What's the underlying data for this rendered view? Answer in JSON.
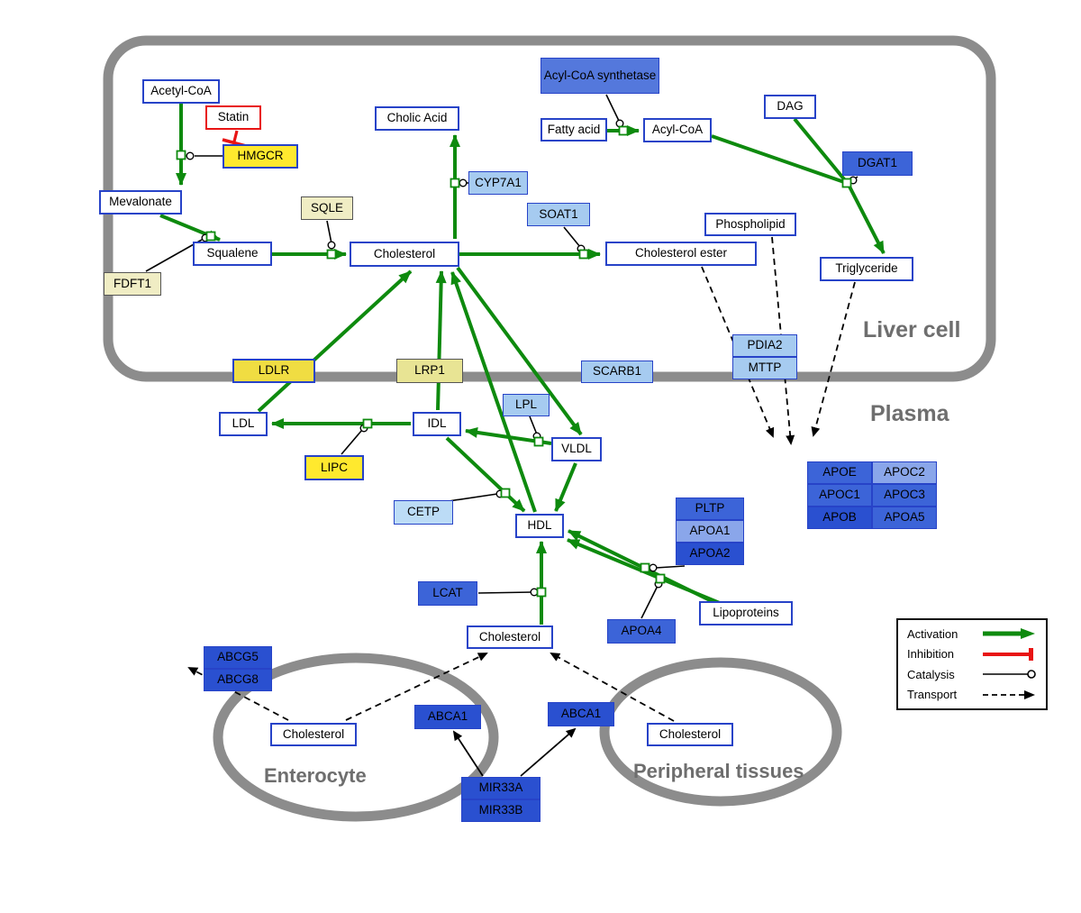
{
  "compartments": {
    "liver_cell": "Liver cell",
    "plasma": "Plasma",
    "enterocyte": "Enterocyte",
    "peripheral_tissues": "Peripheral tissues"
  },
  "nodes": {
    "acetyl_coa": "Acetyl-CoA",
    "statin": "Statin",
    "hmgcr": "HMGCR",
    "mevalonate": "Mevalonate",
    "fdft1": "FDFT1",
    "squalene": "Squalene",
    "sqle": "SQLE",
    "cholesterol_liver": "Cholesterol",
    "cholic_acid": "Cholic Acid",
    "cyp7a1": "CYP7A1",
    "soat1": "SOAT1",
    "cholesterol_ester": "Cholesterol ester",
    "acyl_coa_synthetase": "Acyl-CoA synthetase",
    "fatty_acid": "Fatty acid",
    "acyl_coa": "Acyl-CoA",
    "dag": "DAG",
    "dgat1": "DGAT1",
    "phospholipid": "Phospholipid",
    "triglyceride": "Triglyceride",
    "pdia2": "PDIA2",
    "mttp": "MTTP",
    "ldlr": "LDLR",
    "lrp1": "LRP1",
    "scarb1": "SCARB1",
    "ldl": "LDL",
    "idl": "IDL",
    "lpl": "LPL",
    "vldl": "VLDL",
    "lipc": "LIPC",
    "cetp": "CETP",
    "hdl": "HDL",
    "pltp": "PLTP",
    "apoa1": "APOA1",
    "apoa2": "APOA2",
    "apoe": "APOE",
    "apoc2": "APOC2",
    "apoc1": "APOC1",
    "apoc3": "APOC3",
    "apob": "APOB",
    "apoa5": "APOA5",
    "lcat": "LCAT",
    "apoa4": "APOA4",
    "lipoproteins": "Lipoproteins",
    "cholesterol_plasma": "Cholesterol",
    "abcg5": "ABCG5",
    "abcg8": "ABCG8",
    "cholesterol_enterocyte": "Cholesterol",
    "abca1_enterocyte": "ABCA1",
    "abca1_peripheral": "ABCA1",
    "cholesterol_peripheral": "Cholesterol",
    "mir33a": "MIR33A",
    "mir33b": "MIR33B"
  },
  "legend": {
    "activation": "Activation",
    "inhibition": "Inhibition",
    "catalysis": "Catalysis",
    "transport": "Transport"
  },
  "colors": {
    "activation_green": "#0e8a0e",
    "inhibition_red": "#e81414",
    "membrane_gray": "#8c8c8c",
    "metabolite_border_blue": "#2743c8",
    "enzyme_yellow": "#ffe92e",
    "enzyme_cream": "#f0edc4",
    "enzyme_light_blue": "#a6cbf0",
    "enzyme_medium_blue": "#3c64d8",
    "enzyme_dark_blue": "#2a50d0"
  }
}
